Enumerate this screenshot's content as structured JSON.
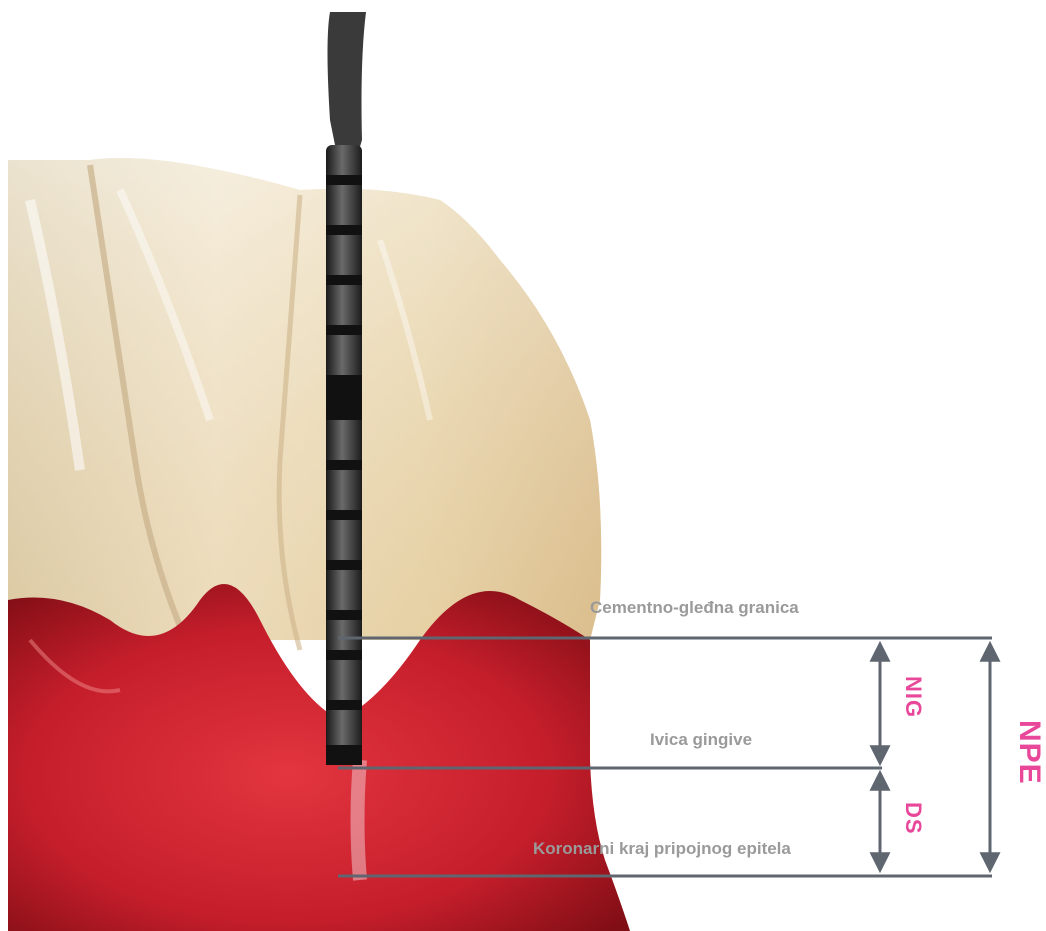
{
  "labels": {
    "cej": "Cementno-gleđna granica",
    "gingival_margin": "Ivica gingive",
    "coronal_end": "Koronarni kraj pripojnog epitela"
  },
  "measurements": {
    "nig": "NIG",
    "ds": "DS",
    "npe": "NPE"
  },
  "colors": {
    "accent": "#e8479a",
    "line": "#5f6670",
    "label": "#9a9a9a",
    "gingiva": "#c8202e",
    "tooth": "#efe2c6",
    "probe": "#2b2b2b"
  },
  "icons": [
    "double-arrow-icon"
  ]
}
